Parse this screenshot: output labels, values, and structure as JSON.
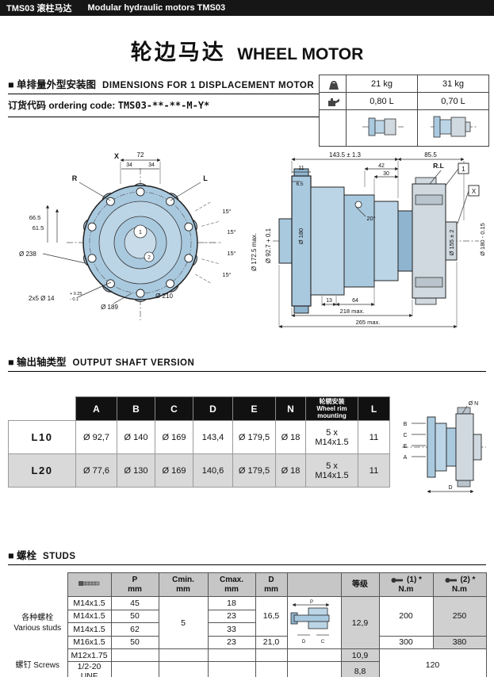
{
  "top_bar": {
    "title_zh": "TMS03 滚柱马达",
    "title_en": "Modular hydraulic motors TMS03"
  },
  "page_title": {
    "zh": "轮边马达",
    "en": "WHEEL MOTOR"
  },
  "sections": {
    "dims": {
      "zh": "■ 单排量外型安装图",
      "en": "DIMENSIONS FOR 1 DISPLACEMENT MOTOR"
    },
    "shaft": {
      "zh": "■ 输出轴类型",
      "en": "OUTPUT SHAFT VERSION"
    },
    "studs": {
      "zh": "■ 螺栓",
      "en": "STUDS"
    }
  },
  "ordering": {
    "label": "订货代码 ordering code:",
    "code": "TMS03-**-**-M-Y*"
  },
  "spec_table": {
    "weights": [
      "21 kg",
      "31 kg"
    ],
    "volumes": [
      "0,80 L",
      "0,70 L"
    ]
  },
  "front_view": {
    "axis_x": "X",
    "w72": "72",
    "w34l": "34",
    "w34r": "34",
    "port_r": "R",
    "port_l": "L",
    "h66": "66.5",
    "h61": "61.5",
    "d238": "Ø 238",
    "c1": "1",
    "c2": "2",
    "a15_1": "15°",
    "a15_2": "15°",
    "a15_3": "15°",
    "a15_4": "15°",
    "holes": "2x5 Ø 14",
    "holes_tol_plus": "+ 0.25",
    "holes_tol_minus": "- 0.1",
    "d189": "Ø 189",
    "d210": "Ø 210",
    "d172": "Ø 172.5 max.",
    "d92": "Ø 92.7 + 0.1"
  },
  "side_view": {
    "w143": "143.5 ± 1.3",
    "w85": "85.5",
    "rl": "R.L",
    "w42": "42",
    "w30": "30",
    "w11": "11",
    "w65": "6.5",
    "box1": "1",
    "boxx": "X",
    "a20": "20°",
    "d180": "Ø 180",
    "d180t": "Ø 180 - 0.15",
    "d155": "Ø 155 ± 2",
    "w13": "13",
    "w64": "64",
    "w218": "218 max.",
    "w265": "265 max."
  },
  "shaft_table": {
    "cols": {
      "a": "A",
      "b": "B",
      "c": "C",
      "d": "D",
      "e": "E",
      "n": "N",
      "l": "L"
    },
    "rim_header": {
      "zh": "轮辋安装",
      "en1": "Wheel rim",
      "en2": "mounting"
    },
    "rows": [
      {
        "name": "L10",
        "a": "Ø 92,7",
        "b": "Ø 140",
        "c": "Ø 169",
        "d": "143,4",
        "e": "Ø 179,5",
        "n": "Ø 18",
        "rim1": "5 x",
        "rim2": "M14x1.5",
        "l": "11"
      },
      {
        "name": "L20",
        "a": "Ø 77,6",
        "b": "Ø 130",
        "c": "Ø 169",
        "d": "140,6",
        "e": "Ø 179,5",
        "n": "Ø 18",
        "rim1": "5 x",
        "rim2": "M14x1.5",
        "l": "11"
      }
    ]
  },
  "shaft_drawing": {
    "dn": "Ø N",
    "b": "B",
    "c": "C",
    "e": "E",
    "a": "A",
    "d": "D"
  },
  "studs_table": {
    "headers": {
      "p": "P",
      "cmin": "Cmin.",
      "cmax": "Cmax.",
      "d": "D",
      "mm": "mm",
      "grade": "等级",
      "t1": "(1) *",
      "t2": "(2) *",
      "nm": "N.m"
    },
    "group_studs": {
      "zh": "各种螺栓",
      "en": "Various studs"
    },
    "group_screws": {
      "zh": "螺钉",
      "en": "Screws"
    },
    "rows": [
      {
        "thread": "M14x1.5",
        "p": "45",
        "cmax": "18"
      },
      {
        "thread": "M14x1.5",
        "p": "50",
        "cmax": "23"
      },
      {
        "thread": "M14x1.5",
        "p": "62",
        "cmax": "33"
      },
      {
        "thread": "M16x1.5",
        "p": "50",
        "cmax": "23"
      }
    ],
    "cmin": "5",
    "d_top": "16,5",
    "d_bottom": "21,0",
    "grade_studs": "12,9",
    "torque1_top": "200",
    "torque2_top": "250",
    "torque1_bottom": "300",
    "torque2_bottom": "380",
    "screw_rows": [
      {
        "thread": "M12x1.75",
        "grade": "10,9"
      },
      {
        "thread": "1/2-20 UNF",
        "grade": "8,8"
      }
    ],
    "screw_torque": "120",
    "drawing": {
      "p": "P",
      "d": "D",
      "c": "C"
    }
  }
}
